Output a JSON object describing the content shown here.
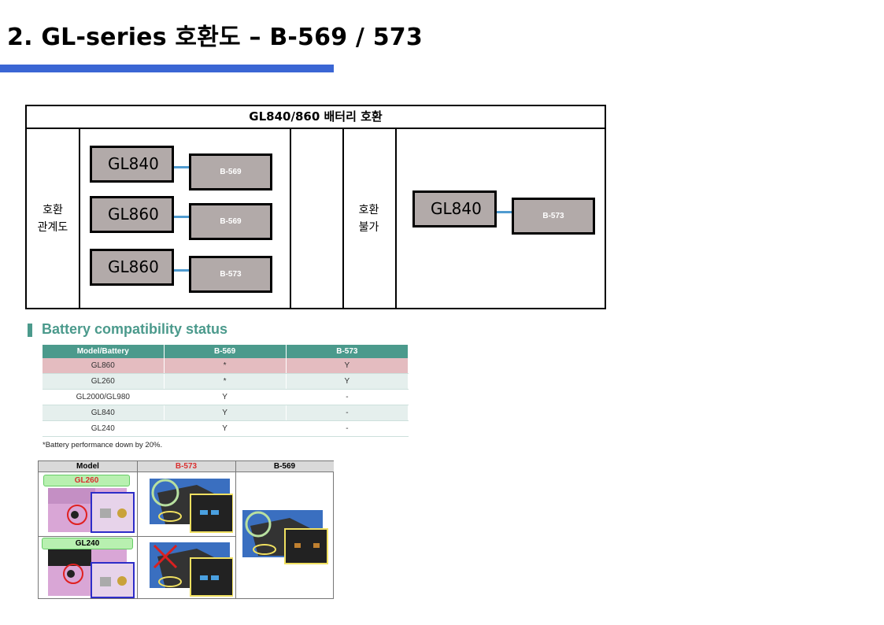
{
  "page": {
    "title": "2. GL-series 호환도 – B-569 / 573"
  },
  "compat": {
    "header": "GL840/860 배터리 호환",
    "left_label": [
      "호환",
      "관계도"
    ],
    "right_label": [
      "호환",
      "불가"
    ],
    "compatible": [
      {
        "model": "GL840",
        "battery": "B-569"
      },
      {
        "model": "GL860",
        "battery": "B-569"
      },
      {
        "model": "GL860",
        "battery": "B-573"
      }
    ],
    "incompatible": [
      {
        "model": "GL840",
        "battery": "B-573"
      }
    ]
  },
  "status": {
    "title": "Battery compatibility status",
    "columns": [
      "Model/Battery",
      "B-569",
      "B-573"
    ],
    "rows": [
      [
        "GL860",
        "*",
        "Y"
      ],
      [
        "GL260",
        "*",
        "Y"
      ],
      [
        "GL2000/GL980",
        "Y",
        "-"
      ],
      [
        "GL840",
        "Y",
        "-"
      ],
      [
        "GL240",
        "Y",
        "-"
      ]
    ],
    "note": "*Battery performance down by 20%."
  },
  "pictures": {
    "columns": [
      "Model",
      "B-573",
      "B-569"
    ],
    "models": [
      "GL260",
      "GL240"
    ],
    "colors": {
      "b573_header": "#d93030",
      "gl260_tag": "#d93030"
    }
  }
}
